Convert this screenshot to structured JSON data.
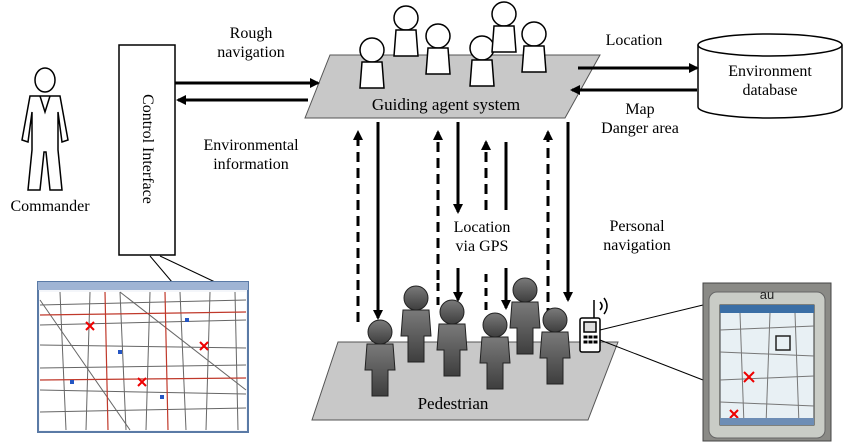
{
  "labels": {
    "rough_navigation": "Rough\nnavigation",
    "environmental_information": "Environmental\ninformation",
    "control_interface": "Control Interface",
    "commander": "Commander",
    "guiding_agent_system": "Guiding agent system",
    "location": "Location",
    "environment_database": "Environment\ndatabase",
    "map_danger_area": "Map\nDanger area",
    "location_via_gps": "Location\nvia GPS",
    "personal_navigation": "Personal\nnavigation",
    "pedestrian": "Pedestrian",
    "phone_brand": "au"
  }
}
